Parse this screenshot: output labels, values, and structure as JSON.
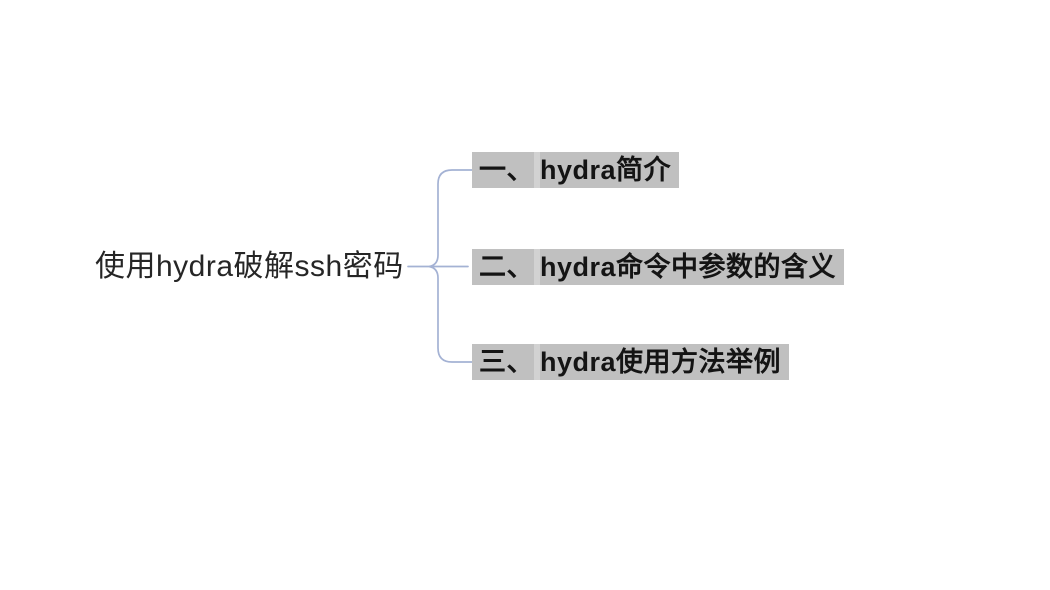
{
  "mindmap": {
    "root_label": "使用hydra破解ssh密码",
    "branches": [
      {
        "prefix": "一、",
        "label": "hydra简介"
      },
      {
        "prefix": "二、",
        "label": "hydra命令中参数的含义"
      },
      {
        "prefix": "三、",
        "label": "hydra使用方法举例"
      }
    ],
    "colors": {
      "connector": "#a4b2d4",
      "highlight": "#c0c0c0",
      "highlight_gap": "#d2d2d2",
      "branch_text": "#141414",
      "root_text": "#262626",
      "background": "#ffffff"
    }
  }
}
